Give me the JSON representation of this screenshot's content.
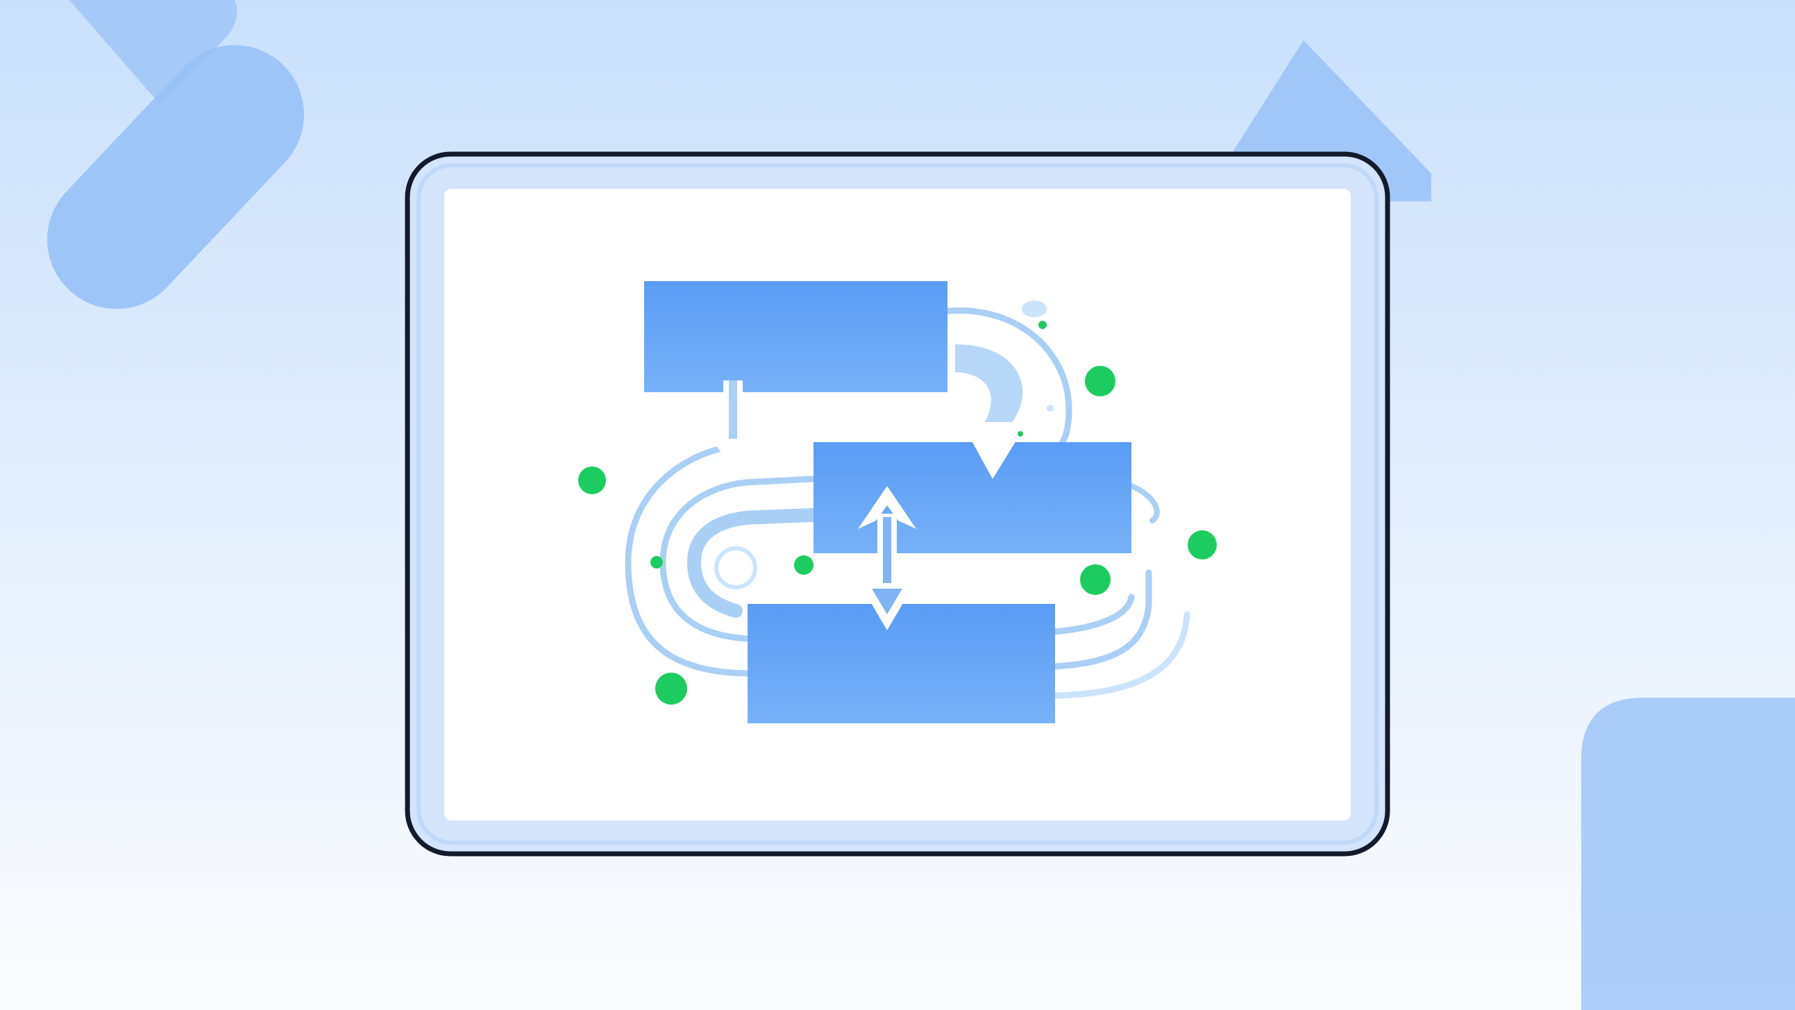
{
  "colors": {
    "background_top": "#c9e0fc",
    "background_bottom": "#fbfcfe",
    "decor_blue": "#98c2f7",
    "decor_blue_light": "#b7d4fa",
    "frame_stroke": "#121a2b",
    "frame_fill": "#d3e4fb",
    "panel_fill": "#ffffff",
    "box_top": "#5a9cf5",
    "box_bottom": "#77b1f8",
    "swirl": "#a9cff5",
    "swirl_light": "#cbe3fa",
    "arrow_fill": "#7fb3f3",
    "dot_green": "#1dcc60"
  },
  "diagram": {
    "boxes": [
      {
        "id": "top",
        "label": ""
      },
      {
        "id": "middle",
        "label": ""
      },
      {
        "id": "bottom",
        "label": ""
      }
    ],
    "connectors": [
      {
        "from": "top",
        "to": "middle",
        "kind": "curved-arrow"
      },
      {
        "from": "top",
        "to": "middle",
        "kind": "down-arrow"
      },
      {
        "from": "middle",
        "to": "bottom",
        "kind": "bidirectional-arrow"
      }
    ],
    "accent_dot_count": 9
  }
}
